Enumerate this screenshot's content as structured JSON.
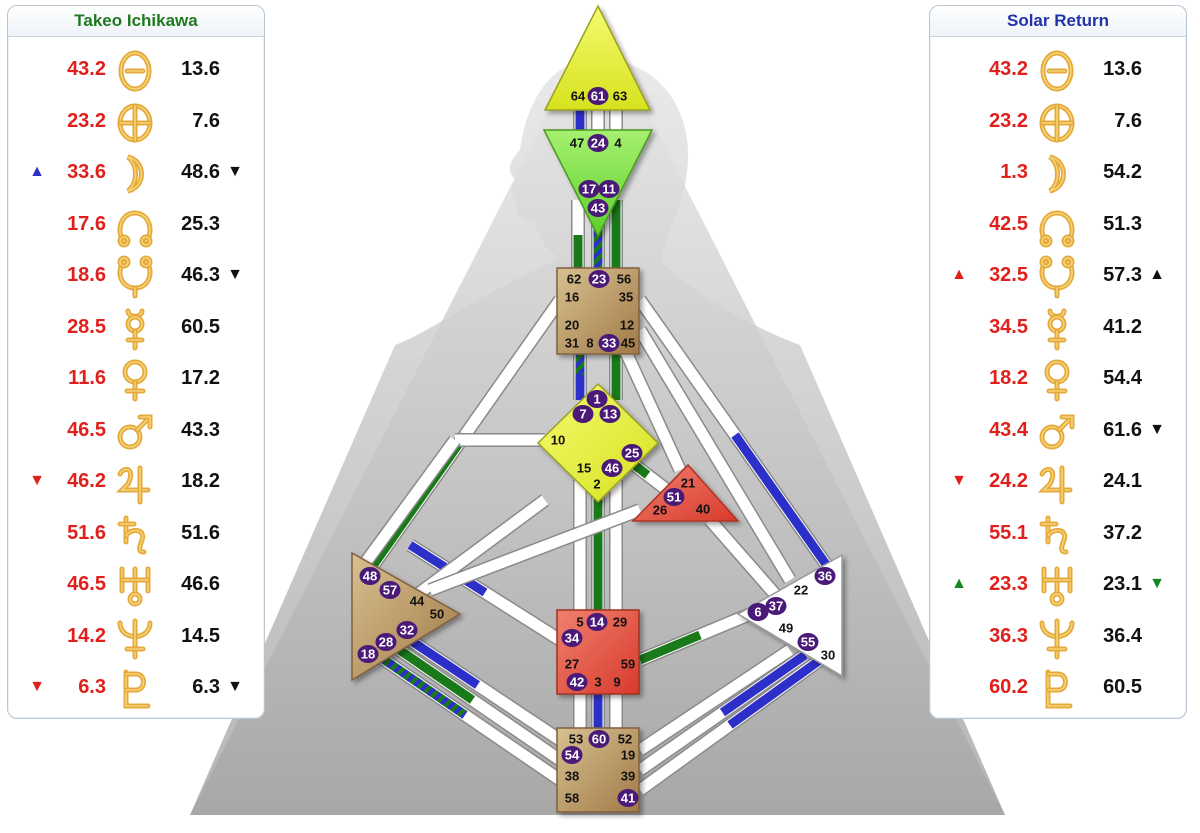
{
  "left_panel": {
    "title": "Takeo Ichikawa",
    "rows": [
      {
        "planet": "sun-icon",
        "design": "43.2",
        "personality": "13.6",
        "arrow_left": "",
        "arrow_right": ""
      },
      {
        "planet": "earth-icon",
        "design": "23.2",
        "personality": "7.6",
        "arrow_left": "",
        "arrow_right": ""
      },
      {
        "planet": "moon-icon",
        "design": "33.6",
        "personality": "48.6",
        "arrow_left": "▲",
        "arrow_left_color": "#2c2fc8",
        "arrow_right": "▼",
        "arrow_right_color": "#111111"
      },
      {
        "planet": "north-node-icon",
        "design": "17.6",
        "personality": "25.3",
        "arrow_left": "",
        "arrow_right": ""
      },
      {
        "planet": "south-node-icon",
        "design": "18.6",
        "personality": "46.3",
        "arrow_left": "",
        "arrow_right": "▼",
        "arrow_right_color": "#111111"
      },
      {
        "planet": "mercury-icon",
        "design": "28.5",
        "personality": "60.5",
        "arrow_left": "",
        "arrow_right": ""
      },
      {
        "planet": "venus-icon",
        "design": "11.6",
        "personality": "17.2",
        "arrow_left": "",
        "arrow_right": ""
      },
      {
        "planet": "mars-icon",
        "design": "46.5",
        "personality": "43.3",
        "arrow_left": "",
        "arrow_right": ""
      },
      {
        "planet": "jupiter-icon",
        "design": "46.2",
        "personality": "18.2",
        "arrow_left": "▼",
        "arrow_left_color": "#e0201c",
        "arrow_right": ""
      },
      {
        "planet": "saturn-icon",
        "design": "51.6",
        "personality": "51.6",
        "arrow_left": "",
        "arrow_right": ""
      },
      {
        "planet": "uranus-icon",
        "design": "46.5",
        "personality": "46.6",
        "arrow_left": "",
        "arrow_right": ""
      },
      {
        "planet": "neptune-icon",
        "design": "14.2",
        "personality": "14.5",
        "arrow_left": "",
        "arrow_right": ""
      },
      {
        "planet": "pluto-icon",
        "design": "6.3",
        "personality": "6.3",
        "arrow_left": "▼",
        "arrow_left_color": "#e0201c",
        "arrow_right": "▼",
        "arrow_right_color": "#111111"
      }
    ]
  },
  "right_panel": {
    "title": "Solar Return",
    "rows": [
      {
        "planet": "sun-icon",
        "design": "43.2",
        "personality": "13.6",
        "arrow_left": "",
        "arrow_right": ""
      },
      {
        "planet": "earth-icon",
        "design": "23.2",
        "personality": "7.6",
        "arrow_left": "",
        "arrow_right": ""
      },
      {
        "planet": "moon-icon",
        "design": "1.3",
        "personality": "54.2",
        "arrow_left": "",
        "arrow_right": ""
      },
      {
        "planet": "north-node-icon",
        "design": "42.5",
        "personality": "51.3",
        "arrow_left": "",
        "arrow_right": ""
      },
      {
        "planet": "south-node-icon",
        "design": "32.5",
        "personality": "57.3",
        "arrow_left": "▲",
        "arrow_left_color": "#e0201c",
        "arrow_right": "▲",
        "arrow_right_color": "#111111"
      },
      {
        "planet": "mercury-icon",
        "design": "34.5",
        "personality": "41.2",
        "arrow_left": "",
        "arrow_right": ""
      },
      {
        "planet": "venus-icon",
        "design": "18.2",
        "personality": "54.4",
        "arrow_left": "",
        "arrow_right": ""
      },
      {
        "planet": "mars-icon",
        "design": "43.4",
        "personality": "61.6",
        "arrow_left": "",
        "arrow_right": "▼",
        "arrow_right_color": "#111111"
      },
      {
        "planet": "jupiter-icon",
        "design": "24.2",
        "personality": "24.1",
        "arrow_left": "▼",
        "arrow_left_color": "#e0201c",
        "arrow_right": ""
      },
      {
        "planet": "saturn-icon",
        "design": "55.1",
        "personality": "37.2",
        "arrow_left": "",
        "arrow_right": ""
      },
      {
        "planet": "uranus-icon",
        "design": "23.3",
        "personality": "23.1",
        "arrow_left": "▲",
        "arrow_left_color": "#14881f",
        "arrow_right": "▼",
        "arrow_right_color": "#14881f"
      },
      {
        "planet": "neptune-icon",
        "design": "36.3",
        "personality": "36.4",
        "arrow_left": "",
        "arrow_right": ""
      },
      {
        "planet": "pluto-icon",
        "design": "60.2",
        "personality": "60.5",
        "arrow_left": "",
        "arrow_right": ""
      }
    ]
  },
  "colors": {
    "design_red": "#e0201c",
    "channel_blue": "#2c2fc8",
    "channel_green": "#1a7a1a",
    "head_center": "#e8f040",
    "ajna_center": "#7ee840",
    "throat_center": "#b08a5a",
    "g_center": "#e8f040",
    "heart_center": "#e04a3c",
    "spleen_center": "#a87c4c",
    "sacral_center": "#e04a3c",
    "root_center": "#b08a5a",
    "gate_badge": "#4b1a78"
  },
  "centers": {
    "head": {
      "name": "head-center",
      "gates": [
        {
          "n": "64",
          "badge": false
        },
        {
          "n": "61",
          "badge": true
        },
        {
          "n": "63",
          "badge": false
        }
      ]
    },
    "ajna": {
      "name": "ajna-center",
      "gates": [
        {
          "n": "47",
          "badge": false
        },
        {
          "n": "24",
          "badge": true
        },
        {
          "n": "4",
          "badge": false
        },
        {
          "n": "17",
          "badge": true
        },
        {
          "n": "11",
          "badge": true
        },
        {
          "n": "43",
          "badge": true
        }
      ]
    },
    "throat": {
      "name": "throat-center",
      "gates": [
        {
          "n": "62",
          "badge": false
        },
        {
          "n": "23",
          "badge": true
        },
        {
          "n": "56",
          "badge": false
        },
        {
          "n": "16",
          "badge": false
        },
        {
          "n": "35",
          "badge": false
        },
        {
          "n": "20",
          "badge": false
        },
        {
          "n": "12",
          "badge": false
        },
        {
          "n": "31",
          "badge": false
        },
        {
          "n": "8",
          "badge": false
        },
        {
          "n": "33",
          "badge": true
        },
        {
          "n": "45",
          "badge": false
        }
      ]
    },
    "g": {
      "name": "g-center",
      "gates": [
        {
          "n": "1",
          "badge": true
        },
        {
          "n": "7",
          "badge": true
        },
        {
          "n": "13",
          "badge": true
        },
        {
          "n": "10",
          "badge": false
        },
        {
          "n": "25",
          "badge": true
        },
        {
          "n": "15",
          "badge": false
        },
        {
          "n": "46",
          "badge": true
        },
        {
          "n": "2",
          "badge": false
        }
      ]
    },
    "heart": {
      "name": "heart-center",
      "gates": [
        {
          "n": "21",
          "badge": false
        },
        {
          "n": "51",
          "badge": true
        },
        {
          "n": "26",
          "badge": false
        },
        {
          "n": "40",
          "badge": false
        }
      ]
    },
    "spleen": {
      "name": "spleen-center",
      "gates": [
        {
          "n": "48",
          "badge": true
        },
        {
          "n": "57",
          "badge": true
        },
        {
          "n": "44",
          "badge": false
        },
        {
          "n": "50",
          "badge": false
        },
        {
          "n": "32",
          "badge": true
        },
        {
          "n": "28",
          "badge": true
        },
        {
          "n": "18",
          "badge": true
        }
      ]
    },
    "solar_plexus": {
      "name": "solar-plexus-center",
      "gates": [
        {
          "n": "36",
          "badge": true
        },
        {
          "n": "22",
          "badge": false
        },
        {
          "n": "6",
          "badge": true
        },
        {
          "n": "37",
          "badge": true
        },
        {
          "n": "49",
          "badge": false
        },
        {
          "n": "55",
          "badge": true
        },
        {
          "n": "30",
          "badge": false
        }
      ]
    },
    "sacral": {
      "name": "sacral-center",
      "gates": [
        {
          "n": "5",
          "badge": false
        },
        {
          "n": "14",
          "badge": true
        },
        {
          "n": "29",
          "badge": false
        },
        {
          "n": "34",
          "badge": true
        },
        {
          "n": "27",
          "badge": false
        },
        {
          "n": "59",
          "badge": false
        },
        {
          "n": "42",
          "badge": true
        },
        {
          "n": "3",
          "badge": false
        },
        {
          "n": "9",
          "badge": false
        }
      ]
    },
    "root": {
      "name": "root-center",
      "gates": [
        {
          "n": "53",
          "badge": false
        },
        {
          "n": "60",
          "badge": true
        },
        {
          "n": "52",
          "badge": false
        },
        {
          "n": "54",
          "badge": true
        },
        {
          "n": "19",
          "badge": false
        },
        {
          "n": "38",
          "badge": false
        },
        {
          "n": "39",
          "badge": false
        },
        {
          "n": "58",
          "badge": false
        },
        {
          "n": "41",
          "badge": true
        }
      ]
    }
  }
}
